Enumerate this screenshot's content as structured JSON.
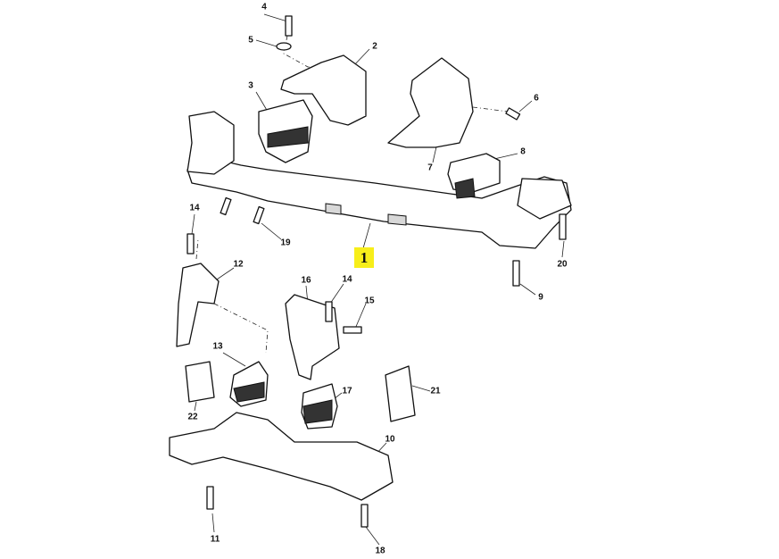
{
  "diagram": {
    "title": "Engine mounts and crossmembers exploded view",
    "highlighted_callout": "1",
    "highlight_color": "#f7ee1a",
    "callouts": [
      "4",
      "5",
      "2",
      "3",
      "6",
      "8",
      "7",
      "14",
      "19",
      "20",
      "12",
      "16",
      "14",
      "15",
      "9",
      "13",
      "17",
      "21",
      "22",
      "10",
      "11",
      "18"
    ]
  }
}
